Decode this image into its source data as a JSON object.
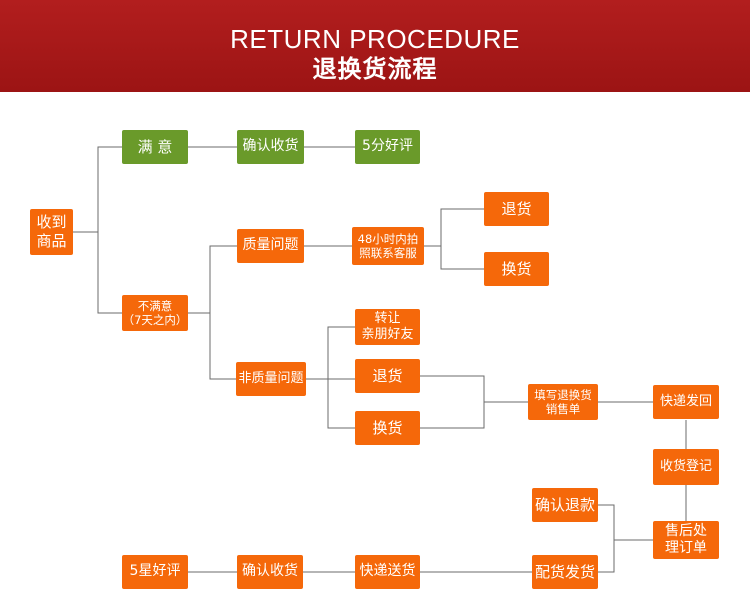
{
  "header": {
    "title_en": "RETURN PROCEDURE",
    "title_zh": "退换货流程"
  },
  "colors": {
    "banner": "#a81818",
    "node_orange": "#f5680a",
    "node_green": "#6a9a2a",
    "connector": "#6b6b6b"
  },
  "nodes": {
    "received": "收到\n商品",
    "satisfied": "满  意",
    "confirm_receipt_top": "确认收货",
    "five_star_top": "5分好评",
    "unsatisfied": "不满意\n（7天之内）",
    "quality_issue": "质量问题",
    "contact_service": "48小时内拍\n照联系客服",
    "return_a": "退货",
    "exchange_a": "换货",
    "non_quality_issue": "非质量问题",
    "transfer_to_friends": "转让\n亲朋好友",
    "return_b": "退货",
    "exchange_b": "换货",
    "fill_return_form": "填写退换货\n销售单",
    "express_return": "快递发回",
    "receipt_register": "收货登记",
    "after_sale_order": "售后处\n理订单",
    "confirm_refund": "确认退款",
    "ship_out": "配货发货",
    "express_delivery": "快递送货",
    "confirm_receipt_bottom": "确认收货",
    "five_star_bottom": "5星好评"
  }
}
